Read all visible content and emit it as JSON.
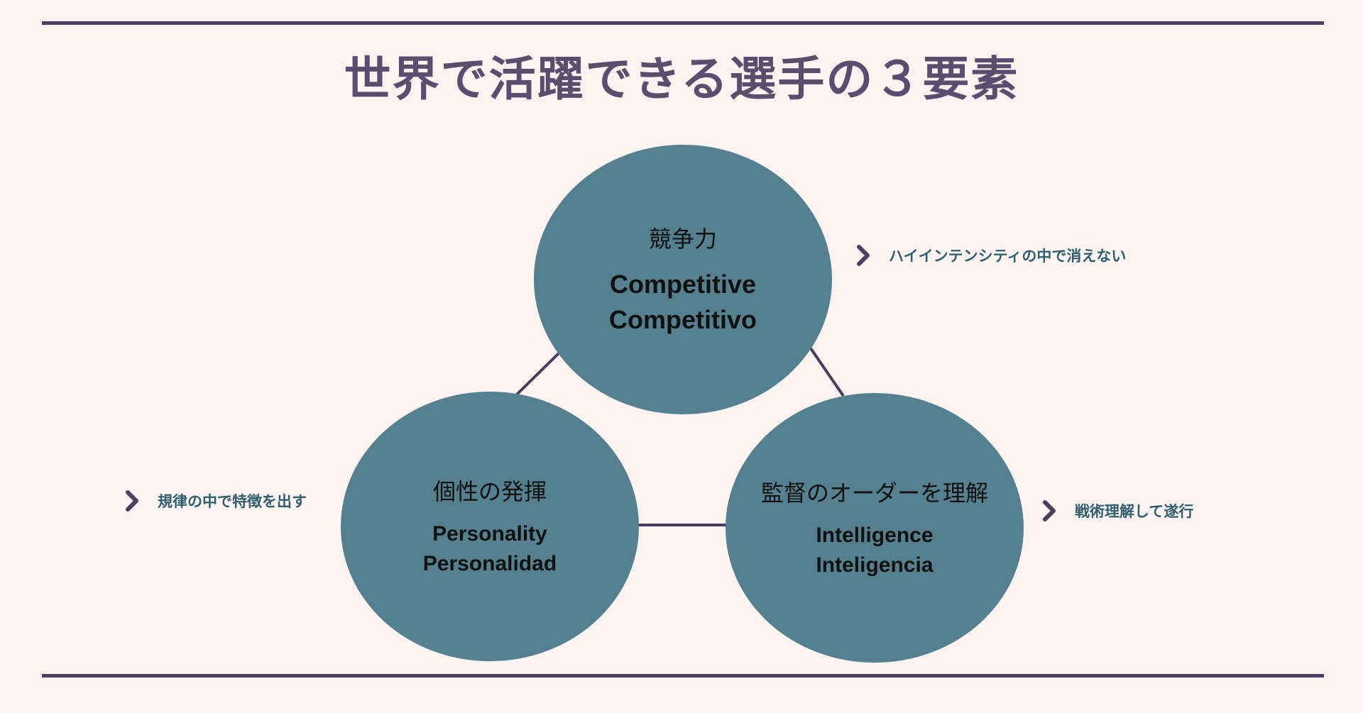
{
  "page": {
    "title": "世界で活躍できる選手の３要素"
  },
  "elements": [
    {
      "id": "top",
      "jp": "競争力",
      "en1": "Competitive",
      "en2": "Competitivo",
      "note": "ハイインテンシティの中で消えない"
    },
    {
      "id": "left",
      "jp": "個性の発揮",
      "en1": "Personality",
      "en2": "Personalidad",
      "note": "規律の中で特徴を出す"
    },
    {
      "id": "right",
      "jp": "監督のオーダーを理解",
      "en1": "Intelligence",
      "en2": "Inteligencia",
      "note": "戦術理解して遂行"
    }
  ],
  "icons": {
    "note_marker": "chevron-right-icon"
  },
  "colors": {
    "background": "#fdf4f1",
    "rule": "#4a3f5f",
    "title": "#5a4d6e",
    "circle_fill": "#54808f",
    "connector": "#4a3a5c",
    "note_text": "#2f5e70",
    "chevron": "#4a3f5f"
  }
}
